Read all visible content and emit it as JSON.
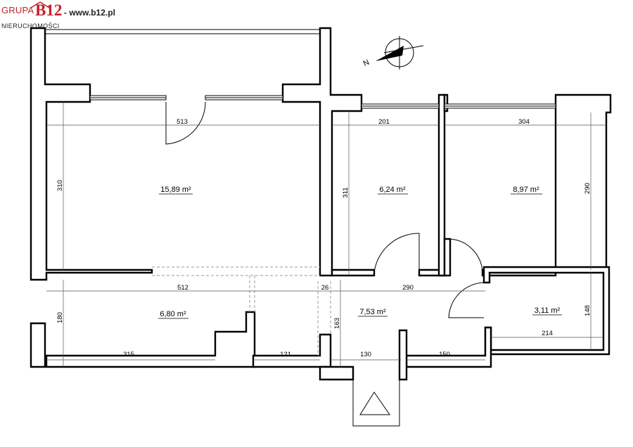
{
  "logo": {
    "brand_left": "GRUPA",
    "brand_mark": "B12",
    "brand_sub": "NIERUCHOMOŚCI",
    "website": "- www.b12.pl"
  },
  "compass": {
    "north_label": "N"
  },
  "rooms": [
    {
      "id": "room-main",
      "area": "15,89 m²"
    },
    {
      "id": "room-middle",
      "area": "6,24 m²"
    },
    {
      "id": "room-right",
      "area": "8,97 m²"
    },
    {
      "id": "room-hall-left",
      "area": "6,80 m²"
    },
    {
      "id": "room-hall-center",
      "area": "7,53 m²"
    },
    {
      "id": "room-bath",
      "area": "3,11 m²"
    }
  ],
  "dimensions": [
    {
      "id": "dim-513",
      "value": "513"
    },
    {
      "id": "dim-310",
      "value": "310"
    },
    {
      "id": "dim-201",
      "value": "201"
    },
    {
      "id": "dim-311",
      "value": "311"
    },
    {
      "id": "dim-304",
      "value": "304"
    },
    {
      "id": "dim-290-v",
      "value": "290"
    },
    {
      "id": "dim-512",
      "value": "512"
    },
    {
      "id": "dim-26",
      "value": "26"
    },
    {
      "id": "dim-290-h",
      "value": "290"
    },
    {
      "id": "dim-180",
      "value": "180"
    },
    {
      "id": "dim-163",
      "value": "163"
    },
    {
      "id": "dim-148",
      "value": "148"
    },
    {
      "id": "dim-214",
      "value": "214"
    },
    {
      "id": "dim-315",
      "value": "315"
    },
    {
      "id": "dim-121",
      "value": "121"
    },
    {
      "id": "dim-130",
      "value": "130"
    },
    {
      "id": "dim-150",
      "value": "150"
    }
  ],
  "colors": {
    "wall": "#000000",
    "logo_red": "#c8202a",
    "dim_line": "#555555"
  }
}
